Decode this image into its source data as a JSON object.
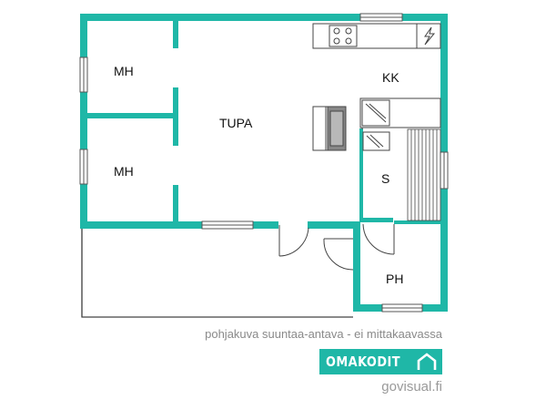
{
  "rooms": {
    "mh_top": "MH",
    "mh_bottom": "MH",
    "tupa": "TUPA",
    "kk": "KK",
    "s": "S",
    "ph": "PH"
  },
  "caption": "pohjakuva suuntaa-antava - ei mittakaavassa",
  "logo": {
    "text": "OMAKODIT",
    "color": "#1fb7a7"
  },
  "website": "govisual.fi",
  "colors": {
    "wall": "#1fb7a7",
    "line": "#444444"
  },
  "icons": {
    "stove": "stove-icon",
    "fridge": "lightning-icon",
    "fireplace": "fireplace-icon"
  }
}
